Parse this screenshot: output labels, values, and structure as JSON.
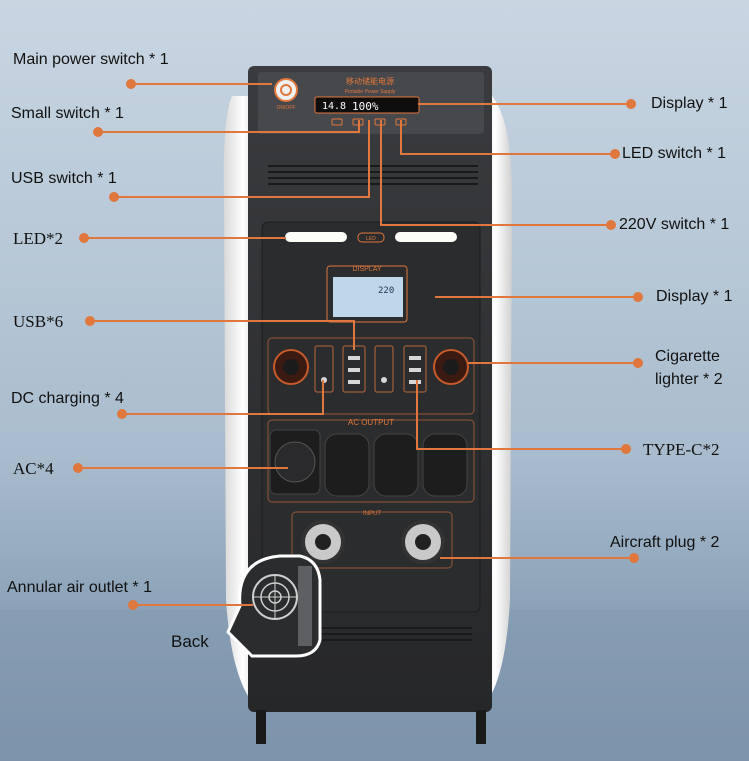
{
  "device": {
    "brand_line_1": "移动储能电源",
    "brand_line_2": "Portable Power Supply",
    "power_button_label": "ON/OFF",
    "display_readout": "14.8",
    "display_percent": "100%",
    "led_badge": "LED",
    "display_badge": "DISPLAY",
    "lcd_value": "220",
    "ac_output_badge": "AC OUTPUT",
    "input_badge": "INPUT"
  },
  "callouts": {
    "main_power_switch": "Main power switch * 1",
    "small_switch": "Small switch * 1",
    "usb_switch": "USB switch * 1",
    "led_2": "LED*2",
    "usb_6": "USB*6",
    "dc_charging": "DC charging * 4",
    "ac_4": "AC*4",
    "annular_air_outlet": "Annular air outlet * 1",
    "back": "Back",
    "display_top": "Display * 1",
    "led_switch": "LED switch * 1",
    "v220_switch": "220V switch * 1",
    "display_mid": "Display * 1",
    "cigarette_lighter_1": "Cigarette",
    "cigarette_lighter_2": "lighter * 2",
    "type_c": "TYPE-C*2",
    "aircraft_plug": "Aircraft plug * 2"
  },
  "colors": {
    "accent": "#e0773c",
    "cabinet": "#2e2f31",
    "shell": "#f3f3f3"
  }
}
